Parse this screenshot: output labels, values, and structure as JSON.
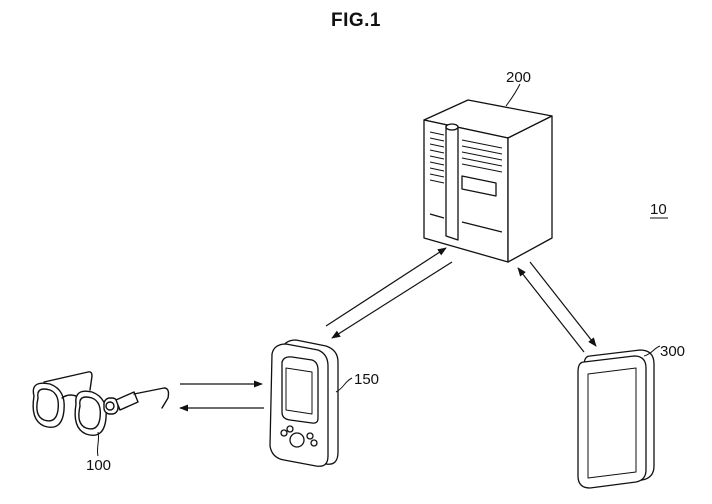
{
  "figure": {
    "title": "FIG.1"
  },
  "labels": {
    "system": "10",
    "glasses": "100",
    "phone": "150",
    "server": "200",
    "tablet": "300"
  }
}
